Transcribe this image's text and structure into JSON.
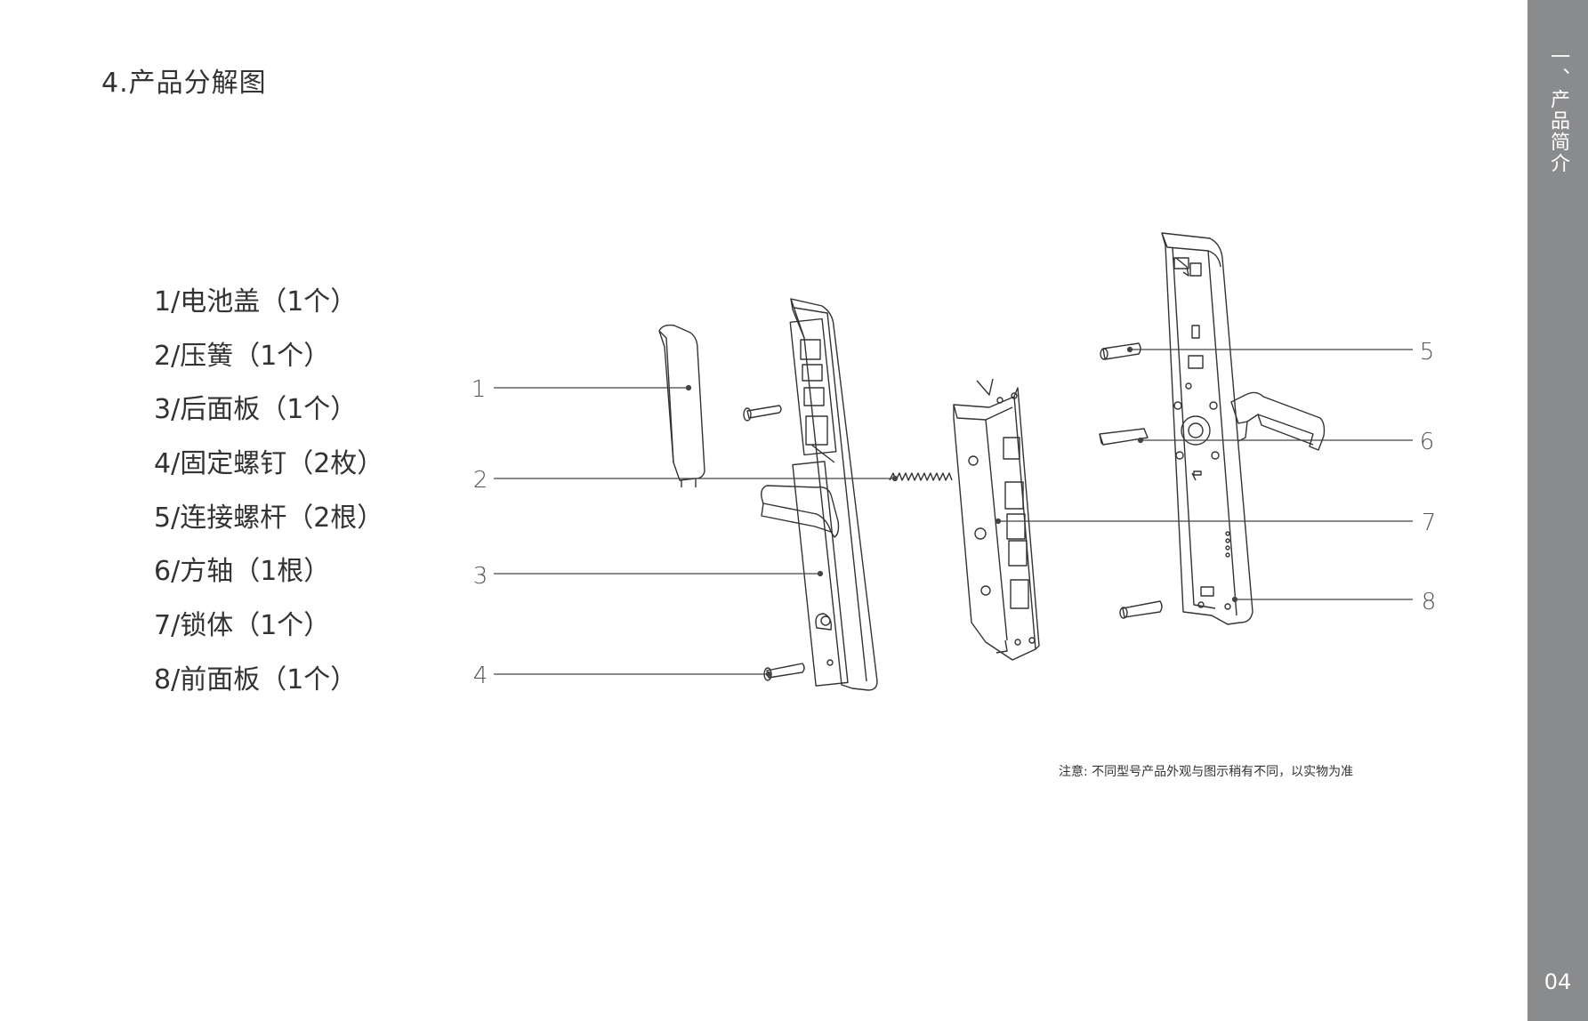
{
  "page": {
    "section_title": "4.产品分解图",
    "parts": [
      "1/电池盖（1个）",
      "2/压簧（1个）",
      "3/后面板（1个）",
      "4/固定螺钉（2枚）",
      "5/连接螺杆（2根）",
      "6/方轴（1根）",
      "7/锁体（1个）",
      "8/前面板（1个）"
    ],
    "callouts": [
      "1",
      "2",
      "3",
      "4",
      "5",
      "6",
      "7",
      "8"
    ],
    "note": "注意: 不同型号产品外观与图示稍有不同，以实物为准"
  },
  "sidebar": {
    "section_label": "一、产品简介",
    "page_number": "04",
    "color": "#8a8b8d"
  }
}
